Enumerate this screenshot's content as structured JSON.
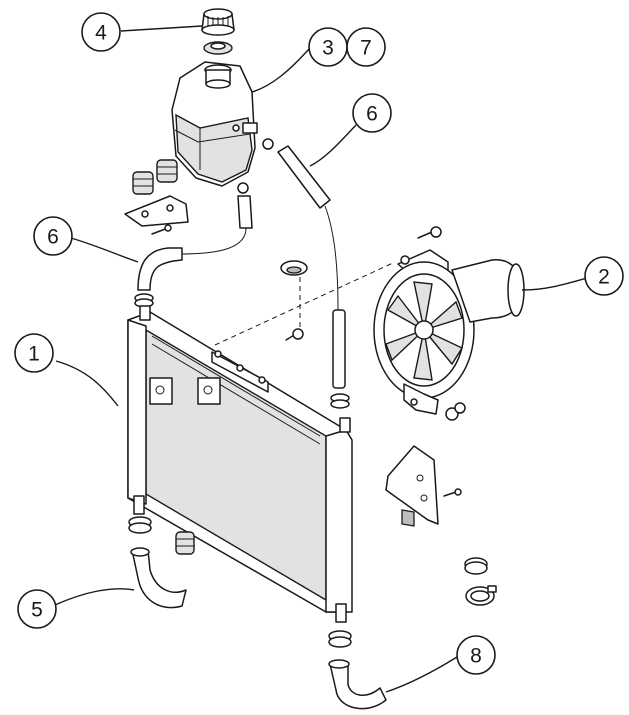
{
  "diagram": {
    "colors": {
      "line": "#1a1a1a",
      "shade": "#e2e2e2",
      "background": "#ffffff"
    },
    "callouts": {
      "c1": "1",
      "c2": "2",
      "c3": "3",
      "c4": "4",
      "c5": "5",
      "c6a": "6",
      "c6b": "6",
      "c7": "7",
      "c8": "8"
    }
  }
}
